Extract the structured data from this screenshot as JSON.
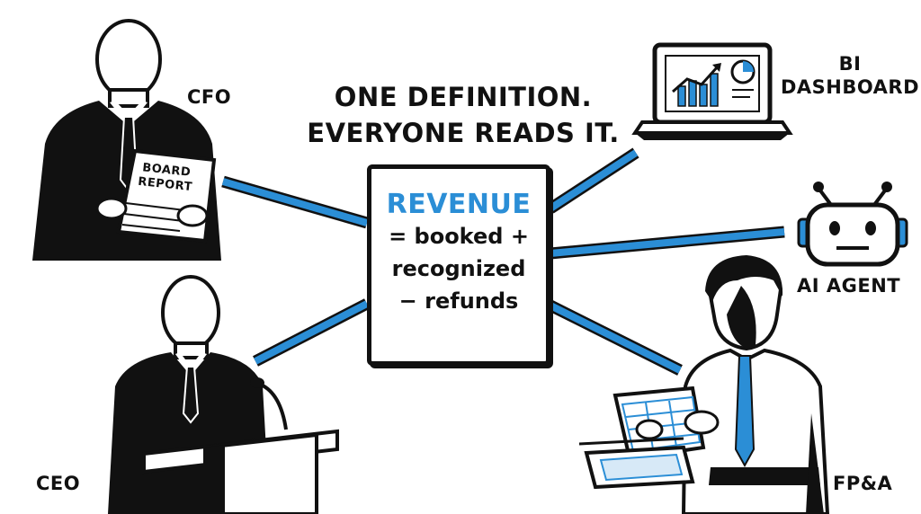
{
  "headline": {
    "line1": "ONE DEFINITION.",
    "line2": "EVERYONE READS IT."
  },
  "definition": {
    "term": "REVENUE",
    "lines": [
      "= booked +",
      "recognized",
      "− refunds"
    ]
  },
  "roles": {
    "cfo": "CFO",
    "ceo": "CEO",
    "bi_line1": "BI",
    "bi_line2": "DASHBOARD",
    "ai_agent": "AI AGENT",
    "fpa": "FP&A"
  },
  "props": {
    "board_report_line1": "BOARD",
    "board_report_line2": "REPORT"
  },
  "colors": {
    "accent": "#2b8ed6",
    "ink": "#111111",
    "background": "#ffffff"
  },
  "icons": [
    "laptop-chart-icon",
    "robot-icon"
  ]
}
